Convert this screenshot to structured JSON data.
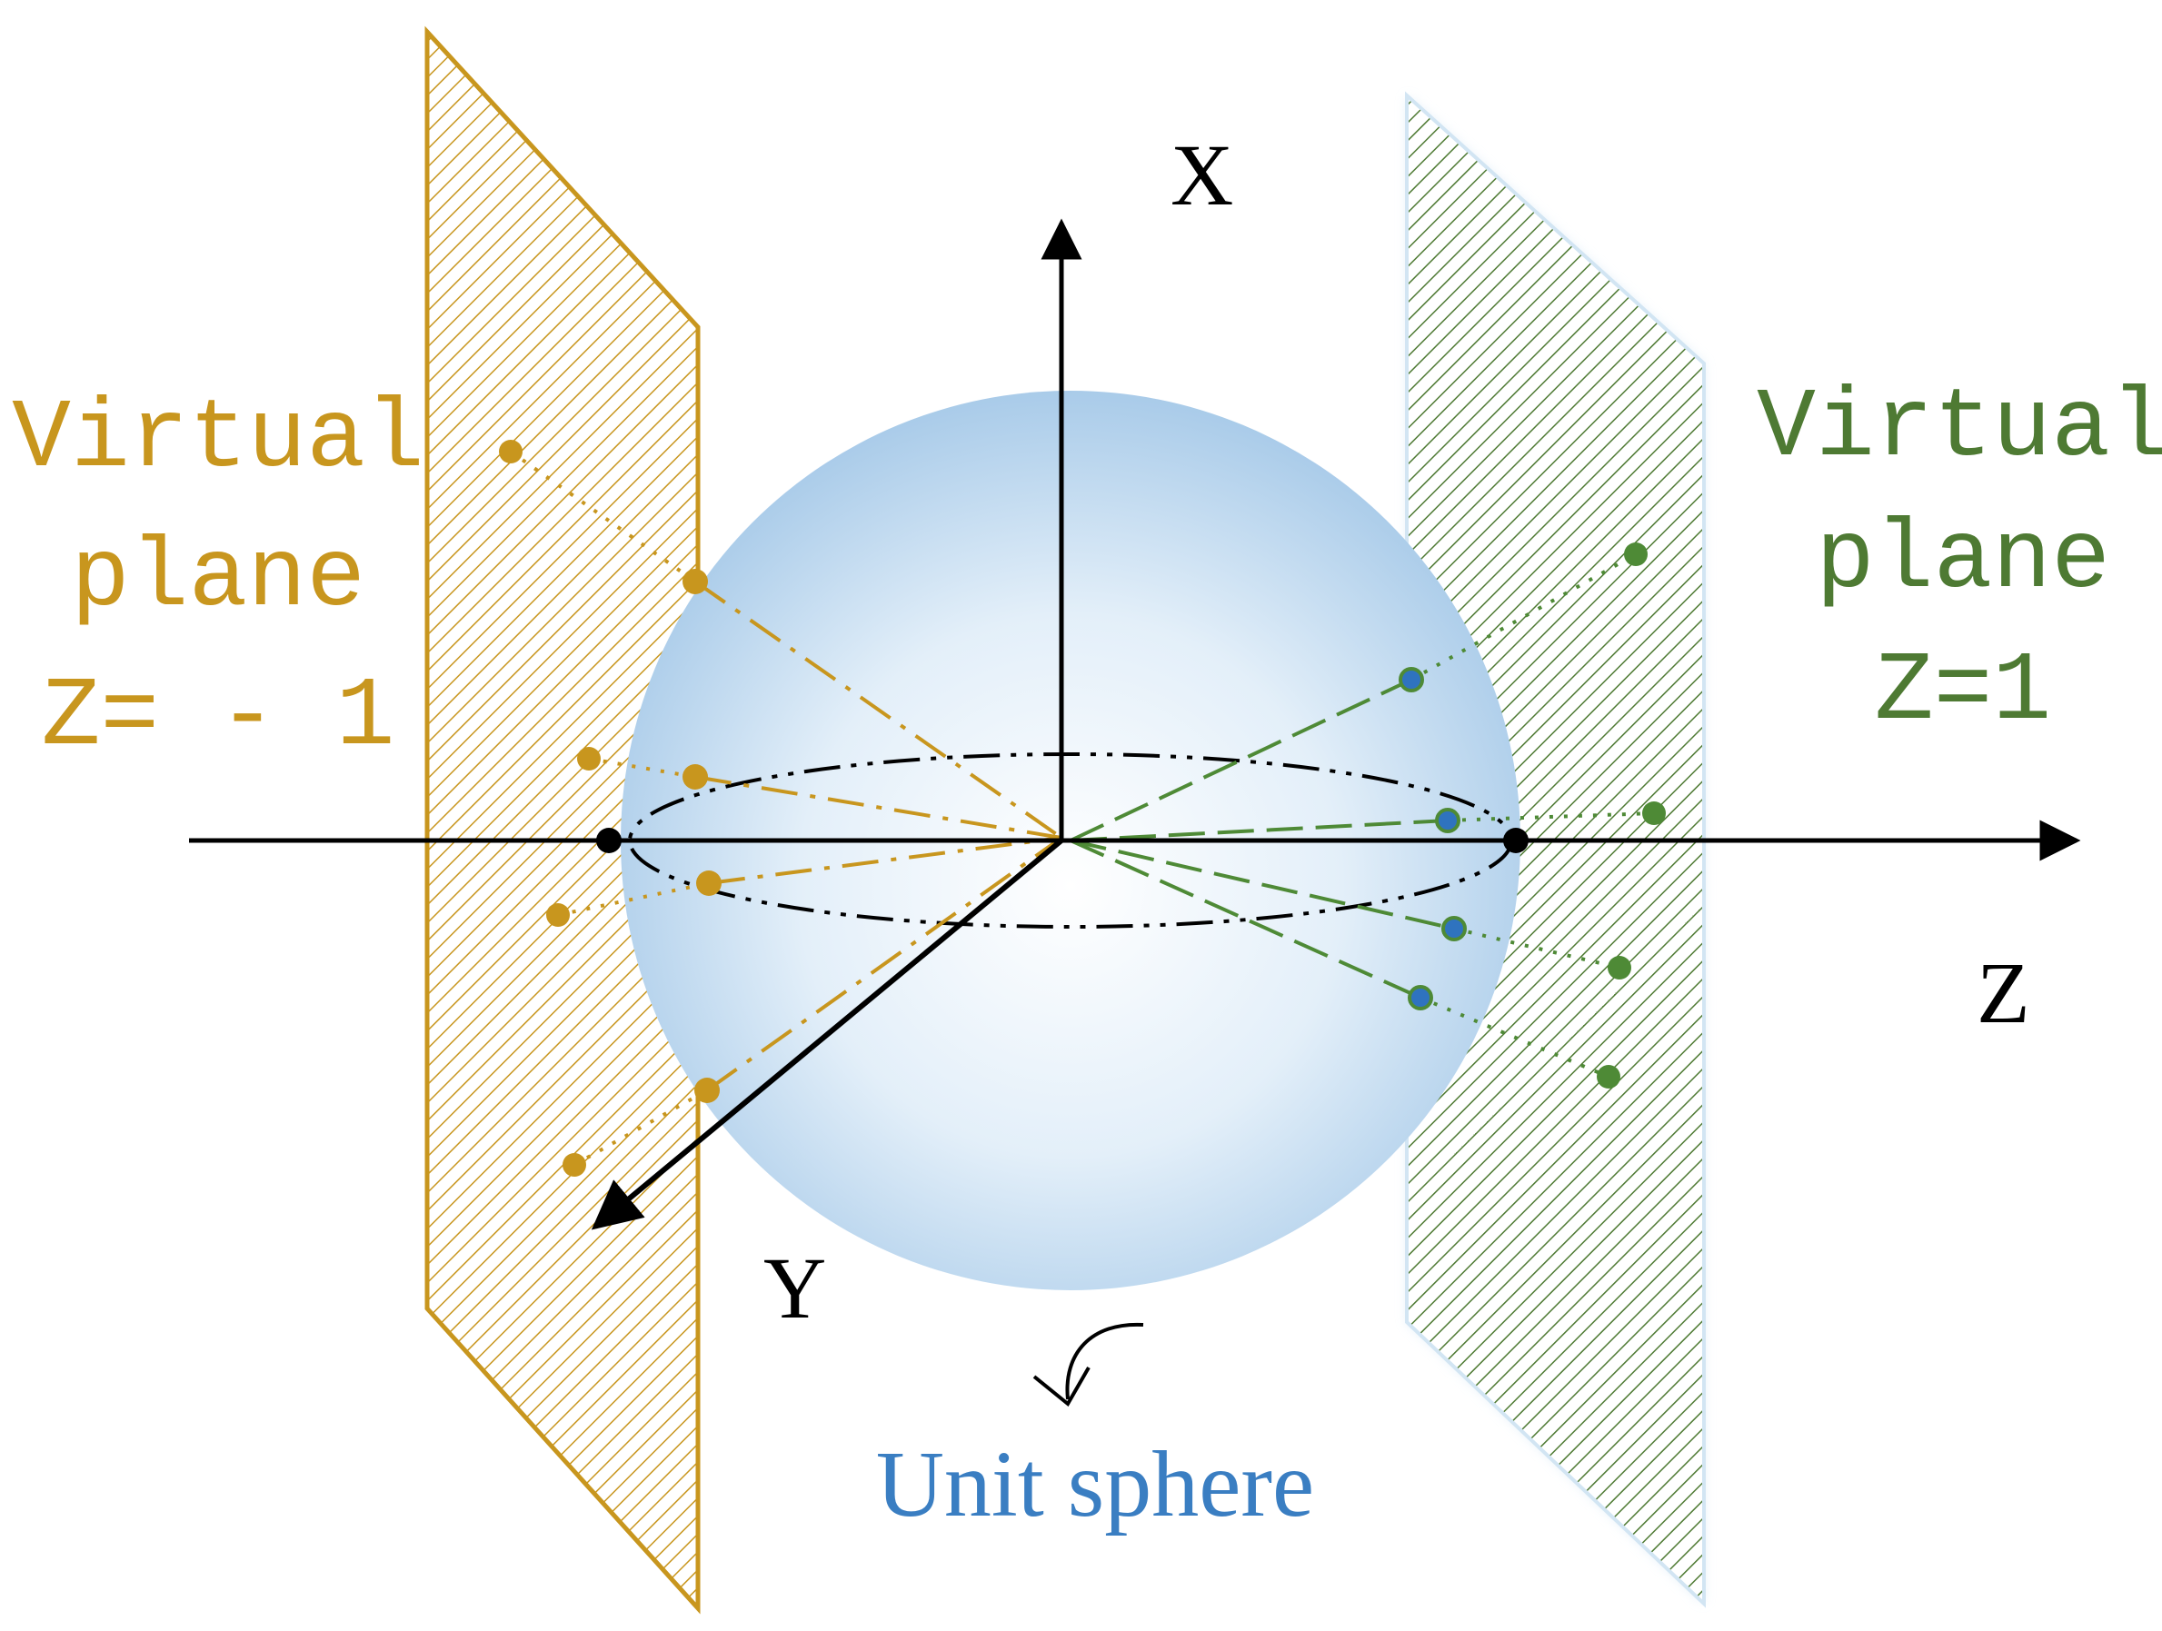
{
  "axes": {
    "x_label": "X",
    "y_label": "Y",
    "z_label": "Z"
  },
  "left_plane": {
    "label_line1": "Virtual",
    "label_line2": "plane",
    "label_line3": "Z= - 1",
    "color": "#c8961e"
  },
  "right_plane": {
    "label_line1": "Virtual",
    "label_line2": "plane",
    "label_line3": "Z=1",
    "color": "#4e7a33"
  },
  "sphere": {
    "label": "Unit sphere",
    "label_color": "#3a7ec2",
    "fill_color": "#b9d6ee"
  },
  "point_colors": {
    "left": "#c8961e",
    "right_plane": "#4e8a36",
    "right_sphere": "#2f73bf",
    "axis": "#000000"
  }
}
